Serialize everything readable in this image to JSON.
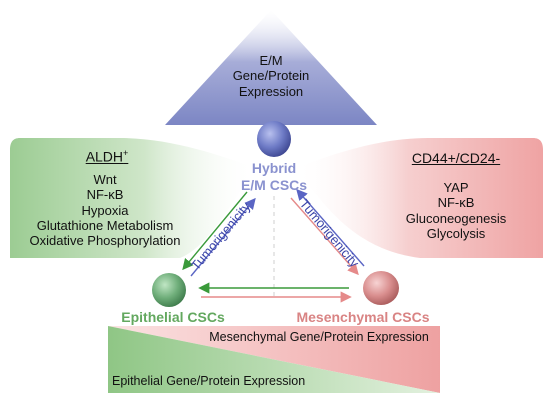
{
  "top_box": {
    "lines": [
      "E/M",
      "Gene/Protein",
      "Expression"
    ],
    "color": "#8e97c9"
  },
  "left_box": {
    "title": "ALDH",
    "title_superscript": "+",
    "items": [
      "Wnt",
      "NF-κB",
      "Hypoxia",
      "Glutathione Metabolism",
      "Oxidative Phosphorylation"
    ],
    "color": "#9fcf97"
  },
  "right_box": {
    "title": "CD44+/CD24-",
    "items": [
      "YAP",
      "NF-κB",
      "Gluconeogenesis",
      "Glycolysis"
    ],
    "color": "#f2a8a8"
  },
  "nodes": {
    "hybrid": {
      "line1": "Hybrid",
      "line2": "E/M CSCs",
      "color": "#8a92cf"
    },
    "epithelial": {
      "label": "Epithelial CSCs",
      "color": "#63a85f"
    },
    "mesenchymal": {
      "label": "Mesenchymal CSCs",
      "color": "#d98484"
    }
  },
  "arrow_labels": {
    "left": "Tumorigenicity",
    "right": "Tumorigenicity"
  },
  "bottom": {
    "mesenchymal_label": "Mesenchymal Gene/Protein Expression",
    "epithelial_label": "Epithelial Gene/Protein Expression"
  }
}
